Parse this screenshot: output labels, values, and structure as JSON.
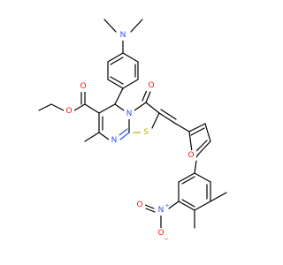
{
  "atoms": {
    "n_dimethyl": {
      "label": "N",
      "color": "#3050f8"
    },
    "o_ester_carbonyl": {
      "label": "O",
      "color": "#ff0d0d"
    },
    "o_ester_ether": {
      "label": "O",
      "color": "#ff0d0d"
    },
    "o_ketone": {
      "label": "O",
      "color": "#ff0d0d"
    },
    "n_ring_bridge": {
      "label": "N",
      "color": "#3050f8"
    },
    "n_ring_imine": {
      "label": "N",
      "color": "#3050f8"
    },
    "s_thiazole": {
      "label": "S",
      "color": "#b8b800"
    },
    "o_furan": {
      "label": "O",
      "color": "#ff0d0d"
    },
    "n_nitro": {
      "label": "N",
      "color": "#3050f8"
    },
    "n_nitro_charge": {
      "label": "+",
      "color": "#3050f8"
    },
    "o_nitro_double": {
      "label": "O",
      "color": "#ff0d0d"
    },
    "o_nitro_single": {
      "label": "O",
      "color": "#ff0d0d"
    },
    "o_nitro_charge": {
      "label": "−",
      "color": "#ff0d0d"
    }
  }
}
